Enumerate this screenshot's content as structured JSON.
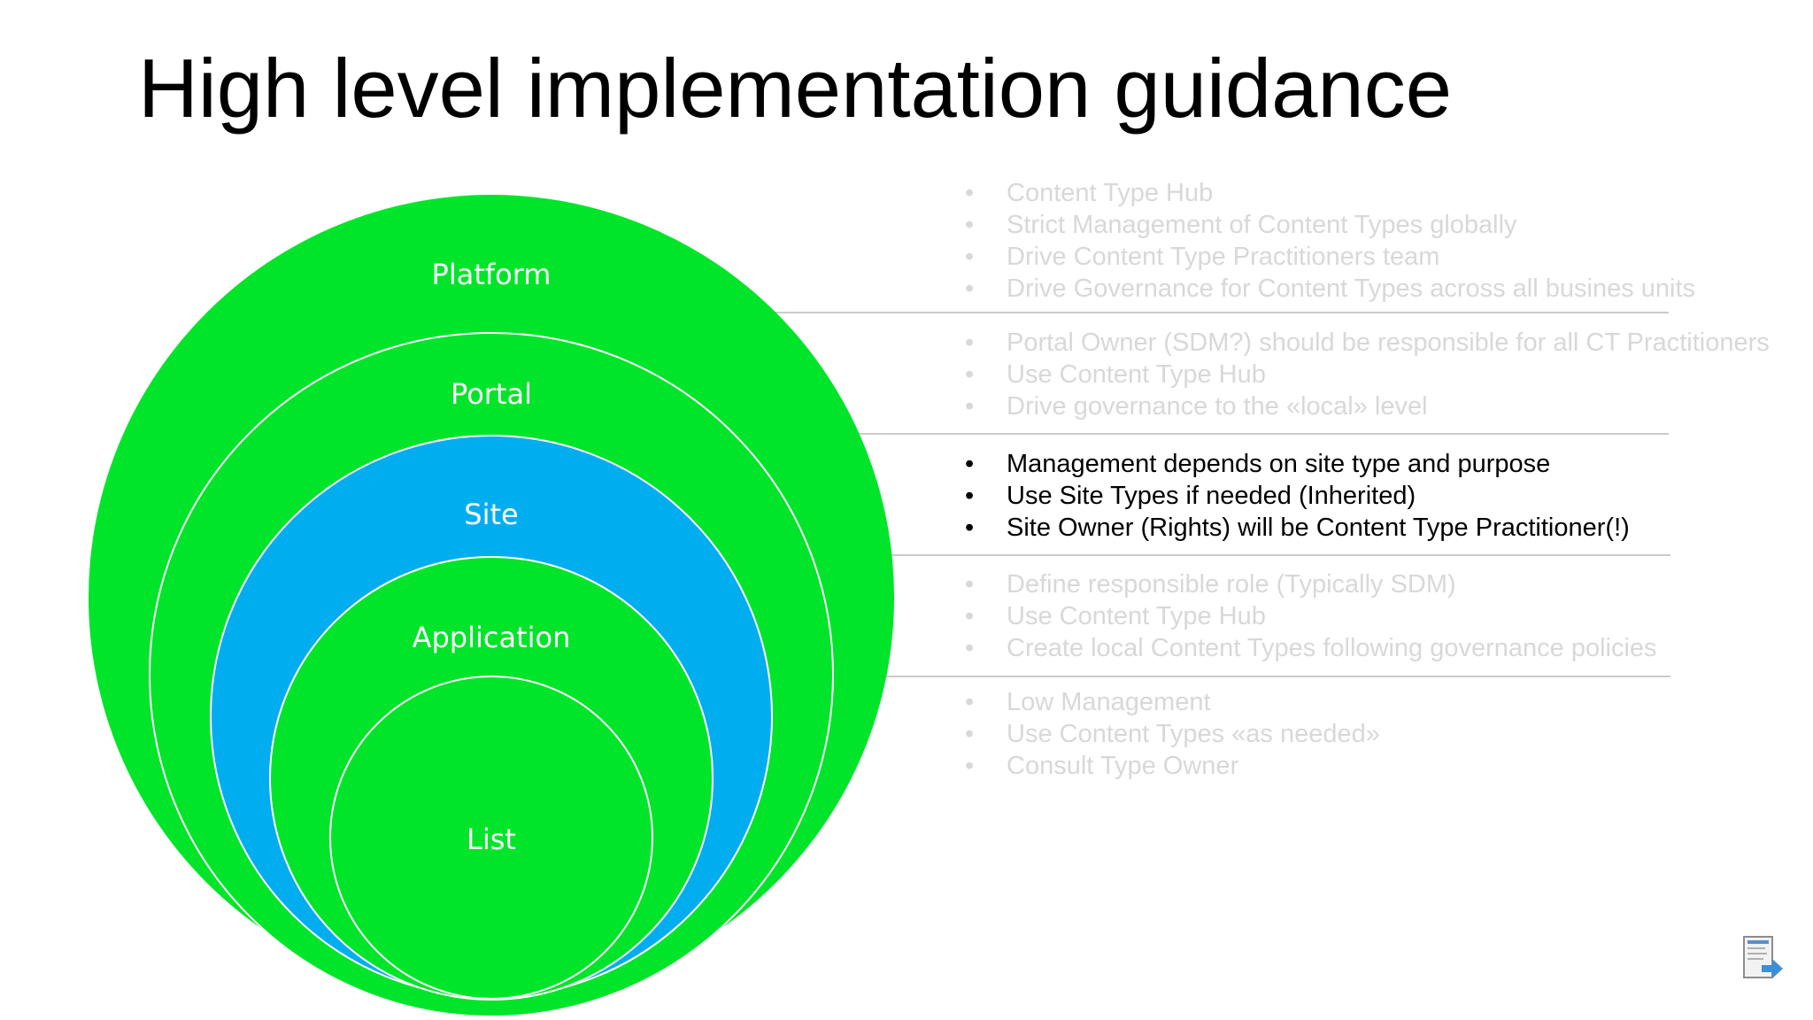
{
  "slide": {
    "title": "High level implementation guidance"
  },
  "levels": [
    {
      "name": "Platform",
      "fill": "#00e52a",
      "emphasis": "faded",
      "bullets": [
        "Content Type Hub",
        "Strict Management of Content Types globally",
        "Drive Content Type Practitioners team",
        "Drive Governance for Content Types across all busines units"
      ]
    },
    {
      "name": "Portal",
      "fill": "#00e52a",
      "emphasis": "faded",
      "bullets": [
        "Portal Owner (SDM?) should be responsible for all CT Practitioners",
        "Use Content Type Hub",
        "Drive governance to the «local» level"
      ]
    },
    {
      "name": "Site",
      "fill": "#00aeef",
      "emphasis": "active",
      "bullets": [
        "Management depends on site type and purpose",
        "Use Site Types if needed (Inherited)",
        "Site Owner (Rights) will be Content Type Practitioner(!)"
      ]
    },
    {
      "name": "Application",
      "fill": "#00e52a",
      "emphasis": "faded",
      "bullets": [
        "Define responsible role (Typically SDM)",
        "Use Content Type Hub",
        "Create local Content Types following governance policies"
      ]
    },
    {
      "name": "List",
      "fill": "#00e52a",
      "emphasis": "faded",
      "bullets": [
        "Low Management",
        "Use Content Types «as needed»",
        "Consult Type Owner"
      ]
    }
  ],
  "colors": {
    "green": "#00e52a",
    "blue": "#00aeef",
    "ring_stroke": "#ffffff",
    "divider": "#b8b8b8",
    "faded_text": "#d8d8d8",
    "active_text": "#000000"
  },
  "icons": {
    "nav": "presentation-nav-icon"
  }
}
